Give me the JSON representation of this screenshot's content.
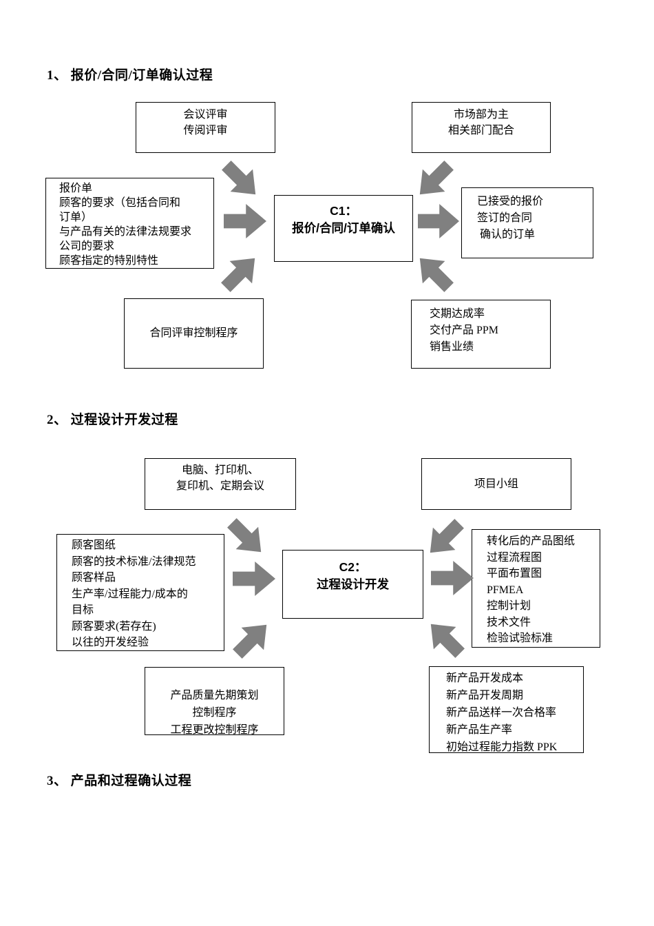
{
  "page": {
    "background": "#ffffff",
    "text_color": "#000000"
  },
  "colors": {
    "box_border": "#000000",
    "box_fill": "#ffffff",
    "arrow": "#808080"
  },
  "icons": {
    "flow_arrow": "thick gray block arrow"
  },
  "section1": {
    "heading": "1、 报价/合同/订单确认过程",
    "diagram": {
      "center": "C1：\n报价/合同/订单确认",
      "top_left": "会议评审\n传阅评审",
      "top_right": "市场部为主\n相关部门配合",
      "left": "报价单\n顾客的要求（包括合同和\n订单）\n与产品有关的法律法规要求\n公司的要求\n顾客指定的特别特性",
      "right": "已接受的报价\n签订的合同\n 确认的订单",
      "bottom_left": "合同评审控制程序",
      "bottom_right": "交期达成率\n交付产品 PPM\n销售业绩"
    }
  },
  "section2": {
    "heading": "2、 过程设计开发过程",
    "diagram": {
      "center": "C2：\n过程设计开发",
      "top_left": "电脑、打印机、\n复印机、定期会议",
      "top_right": "项目小组",
      "left": "顾客图纸\n顾客的技术标准/法律规范\n顾客样品\n生产率/过程能力/成本的\n目标\n顾客要求(若存在)\n以往的开发经验",
      "right": "转化后的产品图纸\n过程流程图\n平面布置图\nPFMEA\n控制计划\n技术文件\n检验试验标准",
      "bottom_left": "产品质量先期策划\n控制程序\n工程更改控制程序",
      "bottom_right": "新产品开发成本\n新产品开发周期\n新产品送样一次合格率\n新产品生产率\n初始过程能力指数 PPK"
    }
  },
  "section3": {
    "heading": "3、 产品和过程确认过程"
  }
}
